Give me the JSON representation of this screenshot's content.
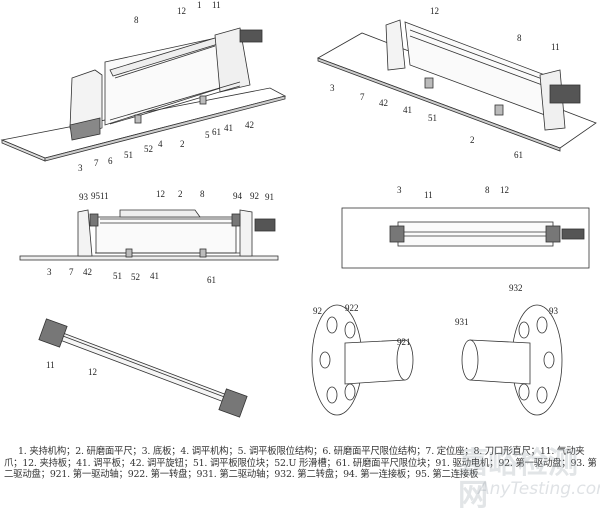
{
  "panels": {
    "iso_front": {
      "labels": [
        "8",
        "12",
        "1",
        "11",
        "2",
        "42",
        "41",
        "61",
        "5",
        "4",
        "52",
        "51",
        "6",
        "7",
        "3"
      ]
    },
    "iso_rear": {
      "labels": [
        "12",
        "8",
        "11",
        "3",
        "7",
        "42",
        "41",
        "51",
        "2",
        "61"
      ]
    },
    "front_view": {
      "labels": [
        "93",
        "95",
        "11",
        "12",
        "2",
        "8",
        "94",
        "92",
        "91",
        "3",
        "7",
        "42",
        "51",
        "52",
        "41",
        "61"
      ]
    },
    "top_view": {
      "labels": [
        "3",
        "11",
        "8",
        "12"
      ]
    },
    "clamp_assembly": {
      "labels": [
        "11",
        "12"
      ]
    },
    "drive_discs": {
      "labels": [
        "92",
        "922",
        "921",
        "931",
        "932",
        "93"
      ]
    }
  },
  "caption": "1. 夹持机构；2. 研磨面平尺；3. 底板；4. 调平机构；5. 调平板限位结构；6. 研磨面平尺限位结构；7. 定位座；8. 刀口形直尺；11. 气动夹爪；12. 夹持板；41. 调平板；42. 调平旋钮；51. 调平板限位块；52.U 形滑槽；61. 研磨面平尺限位块；91. 驱动电机；92. 第一驱动盘；93. 第二驱动盘；921. 第一驱动轴；922. 第一转盘；931. 第二驱动轴；932. 第二转盘；94. 第一连接板；95. 第二连接板",
  "watermark": {
    "cn": "嘉峪检测网",
    "en": "AnyTesting.com"
  }
}
